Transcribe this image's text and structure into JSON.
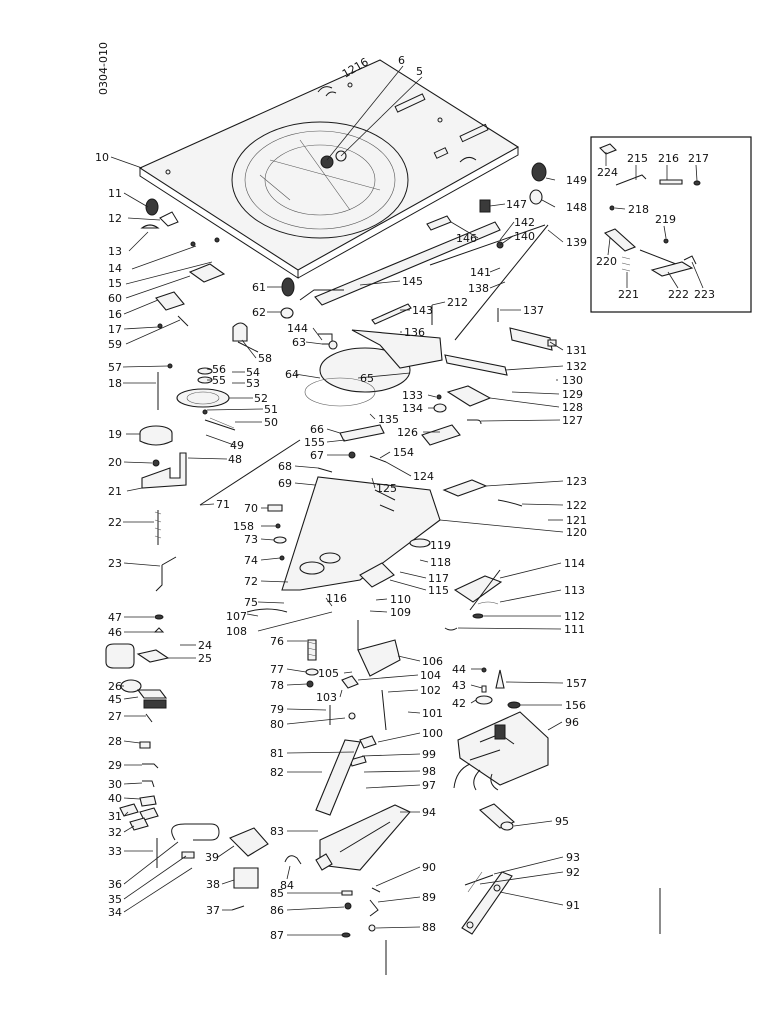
{
  "page": {
    "code": "0304-010"
  },
  "plate": {
    "marking": "1216"
  },
  "callouts": {
    "c10": "10",
    "c5": "5",
    "c6": "6",
    "c11": "11",
    "c12": "12",
    "c13": "13",
    "c14": "14",
    "c15": "15",
    "c60": "60",
    "c16": "16",
    "c17": "17",
    "c59": "59",
    "c61": "61",
    "c62": "62",
    "c63": "63",
    "c144": "144",
    "c58": "58",
    "c64": "64",
    "c65": "65",
    "c57": "57",
    "c56": "56",
    "c55": "55",
    "c54": "54",
    "c53": "53",
    "c18": "18",
    "c52": "52",
    "c51": "51",
    "c50": "50",
    "c49": "49",
    "c19": "19",
    "c48": "48",
    "c20": "20",
    "c21": "21",
    "c71": "71",
    "c22": "22",
    "c23": "23",
    "c47": "47",
    "c46": "46",
    "c24": "24",
    "c25": "25",
    "c26": "26",
    "c45": "45",
    "c27": "27",
    "c28": "28",
    "c29": "29",
    "c30": "30",
    "c40": "40",
    "c31": "31",
    "c32": "32",
    "c33": "33",
    "c36": "36",
    "c35": "35",
    "c34": "34",
    "c39": "39",
    "c38": "38",
    "c37": "37",
    "c149": "149",
    "c148": "148",
    "c147": "147",
    "c146": "146",
    "c142": "142",
    "c140": "140",
    "c139": "139",
    "c141": "141",
    "c138": "138",
    "c145": "145",
    "c212": "212",
    "c143": "143",
    "c137": "137",
    "c136": "136",
    "c131": "131",
    "c132": "132",
    "c130": "130",
    "c129": "129",
    "c133": "133",
    "c128": "128",
    "c134": "134",
    "c135": "135",
    "c127": "127",
    "c66": "66",
    "c126": "126",
    "c155": "155",
    "c67": "67",
    "c154": "154",
    "c68": "68",
    "c124": "124",
    "c69": "69",
    "c125": "125",
    "c123": "123",
    "c122": "122",
    "c70": "70",
    "c121": "121",
    "c158": "158",
    "c120": "120",
    "c73": "73",
    "c119": "119",
    "c74": "74",
    "c118": "118",
    "c114": "114",
    "c72": "72",
    "c117": "117",
    "c115": "115",
    "c113": "113",
    "c75": "75",
    "c116": "116",
    "c110": "110",
    "c107": "107",
    "c109": "109",
    "c112": "112",
    "c108": "108",
    "c111": "111",
    "c76": "76",
    "c106": "106",
    "c44": "44",
    "c77": "77",
    "c105": "105",
    "c104": "104",
    "c157": "157",
    "c78": "78",
    "c43": "43",
    "c103": "103",
    "c102": "102",
    "c42": "42",
    "c156": "156",
    "c79": "79",
    "c101": "101",
    "c96": "96",
    "c80": "80",
    "c100": "100",
    "c81": "81",
    "c99": "99",
    "c82": "82",
    "c98": "98",
    "c97": "97",
    "c94": "94",
    "c95": "95",
    "c83": "83",
    "c93": "93",
    "c90": "90",
    "c92": "92",
    "c84": "84",
    "c85": "85",
    "c89": "89",
    "c86": "86",
    "c91": "91",
    "c87": "87",
    "c88": "88",
    "c224": "224",
    "c215": "215",
    "c216": "216",
    "c217": "217",
    "c218": "218",
    "c219": "219",
    "c220": "220",
    "c221": "221",
    "c222": "222",
    "c223": "223"
  }
}
